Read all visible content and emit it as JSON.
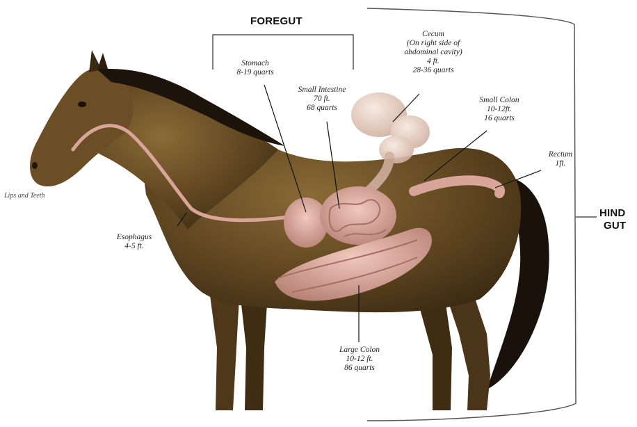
{
  "sections": {
    "foregut": "FOREGUT",
    "hindgut": [
      "HIND",
      "GUT"
    ]
  },
  "labels": {
    "lips_teeth": [
      "Lips and Teeth"
    ],
    "esophagus": [
      "Esophagus",
      "4-5 ft."
    ],
    "stomach": [
      "Stomach",
      "8-19 quarts"
    ],
    "small_intestine": [
      "Small Intestine",
      "70 ft.",
      "68 quarts"
    ],
    "cecum": [
      "Cecum",
      "(On right side of",
      "abdominal cavity)",
      "4 ft.",
      "28-36 quarts"
    ],
    "small_colon": [
      "Small Colon",
      "10-12ft.",
      "16 quarts"
    ],
    "rectum": [
      "Rectum",
      "1ft."
    ],
    "large_colon": [
      "Large Colon",
      "10-12 ft.",
      "86 quarts"
    ]
  },
  "colors": {
    "horse_body": "#5e4520",
    "horse_highlight": "#8a6a36",
    "mane": "#1c140b",
    "organ_pink": "#d9a49a",
    "cecum_pale": "#ead3c6",
    "bracket": "#555555"
  }
}
